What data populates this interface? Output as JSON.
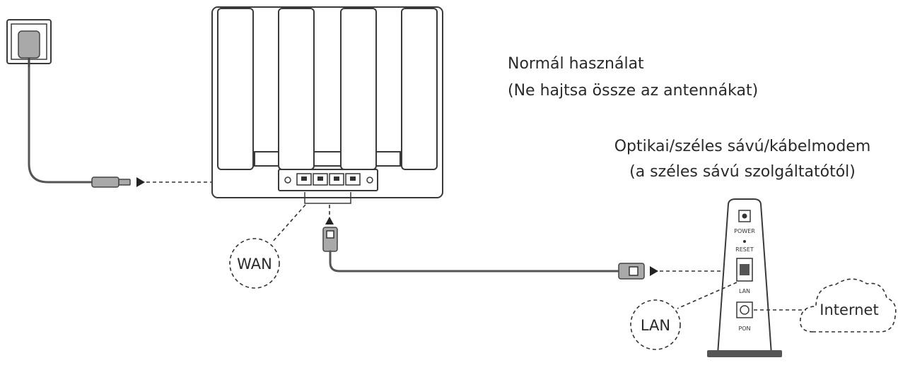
{
  "captions": {
    "normal_use": "Normál használat",
    "no_fold": "(Ne hajtsa össze az antennákat)",
    "modem_title": "Optikai/széles sávú/kábelmodem",
    "modem_subtitle": "(a széles sávú szolgáltatótól)"
  },
  "labels": {
    "wan": "WAN",
    "lan": "LAN",
    "internet": "Internet"
  },
  "modem_panel": {
    "power": "POWER",
    "reset": "RESET",
    "lan": "LAN",
    "pon": "PON"
  },
  "icons": [
    "power-adapter-icon",
    "router-icon",
    "modem-icon",
    "cloud-icon",
    "ethernet-plug-icon"
  ]
}
